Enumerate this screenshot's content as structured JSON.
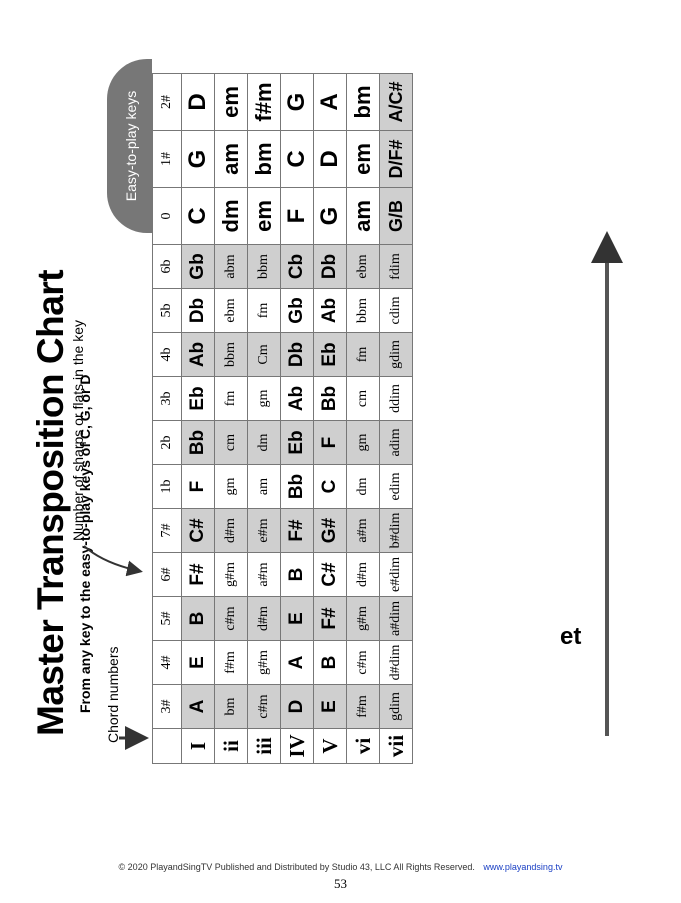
{
  "title": "Master Transposition Chart",
  "subtitle": "From any key to the easy-to-play keys of C, G, or D",
  "annotations": {
    "chord_numbers": "Chord numbers",
    "sharps_flats": "Number of sharps or flats in the key",
    "easy_keys": "Easy-to-play keys"
  },
  "table": {
    "header": [
      "",
      "3#",
      "4#",
      "5#",
      "6#",
      "7#",
      "1b",
      "2b",
      "3b",
      "4b",
      "5b",
      "6b",
      "0",
      "1#",
      "2#"
    ],
    "rows": [
      [
        "I",
        "A",
        "E",
        "B",
        "F#",
        "C#",
        "F",
        "Bb",
        "Eb",
        "Ab",
        "Db",
        "Gb",
        "C",
        "G",
        "D"
      ],
      [
        "ii",
        "bm",
        "f#m",
        "c#m",
        "g#m",
        "d#m",
        "gm",
        "cm",
        "fm",
        "bbm",
        "ebm",
        "abm",
        "dm",
        "am",
        "em"
      ],
      [
        "iii",
        "c#m",
        "g#m",
        "d#m",
        "a#m",
        "e#m",
        "am",
        "dm",
        "gm",
        "Cm",
        "fm",
        "bbm",
        "em",
        "bm",
        "f#m"
      ],
      [
        "IV",
        "D",
        "A",
        "E",
        "B",
        "F#",
        "Bb",
        "Eb",
        "Ab",
        "Db",
        "Gb",
        "Cb",
        "F",
        "C",
        "G"
      ],
      [
        "V",
        "E",
        "B",
        "F#",
        "C#",
        "G#",
        "C",
        "F",
        "Bb",
        "Eb",
        "Ab",
        "Db",
        "G",
        "D",
        "A"
      ],
      [
        "vi",
        "f#m",
        "c#m",
        "g#m",
        "d#m",
        "a#m",
        "dm",
        "gm",
        "cm",
        "fm",
        "bbm",
        "ebm",
        "am",
        "em",
        "bm"
      ],
      [
        "vii",
        "gdim",
        "d#dim",
        "a#dim",
        "e#dim",
        "b#dim",
        "edim",
        "adim",
        "ddim",
        "gdim",
        "cdim",
        "fdim",
        "G/B",
        "D/F#",
        "A/C#"
      ]
    ]
  },
  "scan_artifact": "et",
  "footer": {
    "copyright": "© 2020 PlayandSingTV   Published and Distributed by Studio 43, LLC All Rights Reserved.",
    "url": "www.playandsing.tv",
    "page_number": "53"
  }
}
